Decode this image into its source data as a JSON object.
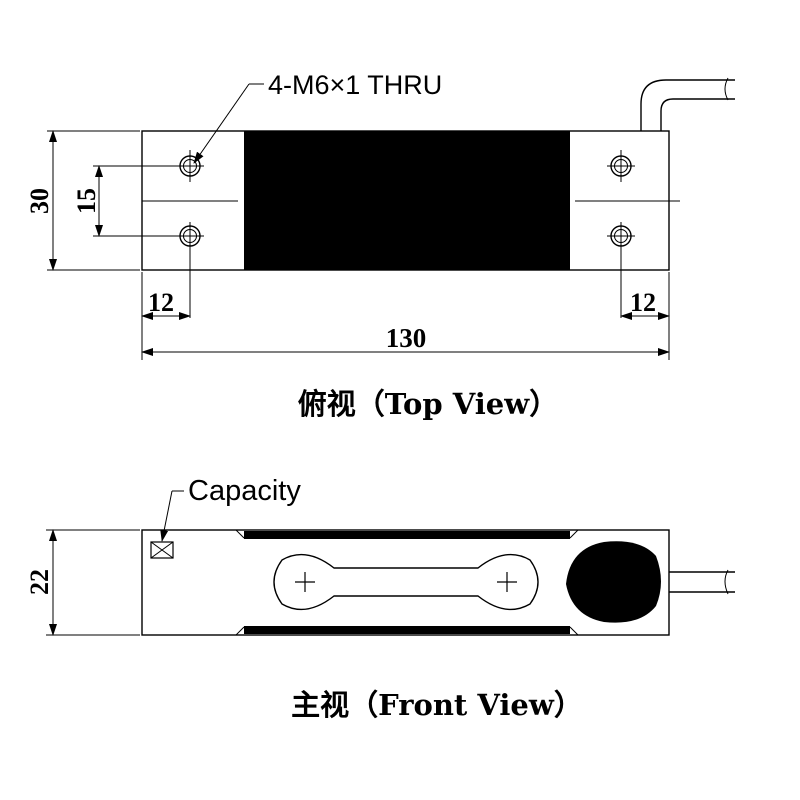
{
  "top_view": {
    "hole_callout": "4-M6×1 THRU",
    "dim_height": "30",
    "dim_hole_spacing": "15",
    "dim_left_offset": "12",
    "dim_right_offset": "12",
    "dim_length": "130",
    "caption": "俯视（Top View）"
  },
  "front_view": {
    "capacity_label": "Capacity",
    "dim_height": "22",
    "caption": "主视（Front View）"
  }
}
